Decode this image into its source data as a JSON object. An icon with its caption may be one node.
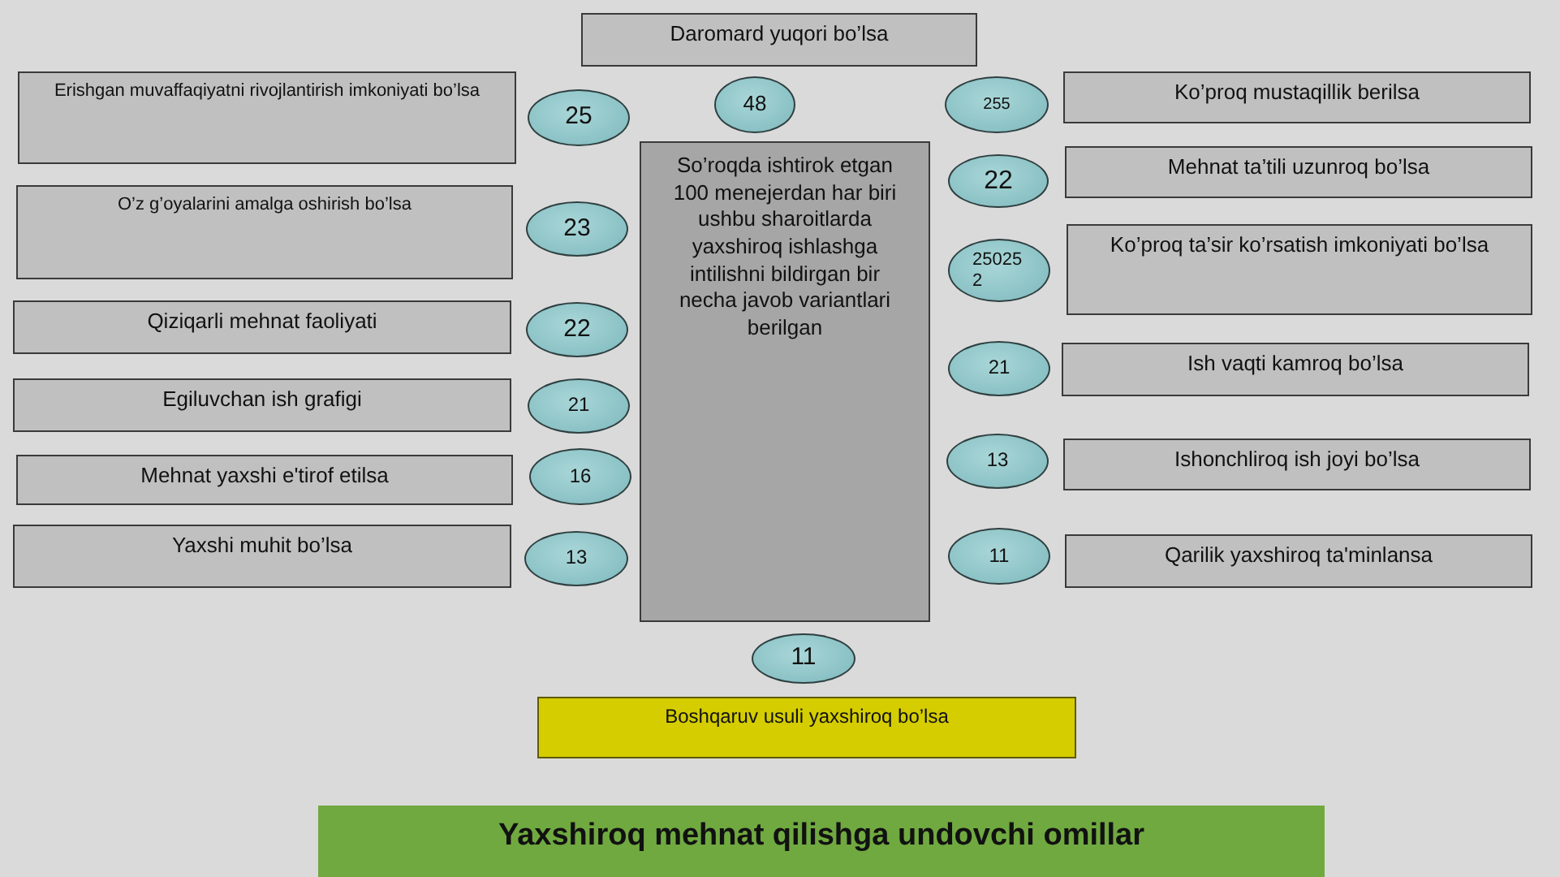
{
  "diagram": {
    "title": "Yaxshiroq mehnat qilishga undovchi omillar",
    "nodes": [
      {
        "text": [
          "Daromard yuqori bo’lsa"
        ]
      },
      {
        "text": [
          "Erishgan muvaffaqiyatni rivojlantirish imkoniyati bo’lsa"
        ]
      },
      {
        "text": [
          "25"
        ]
      },
      {
        "text": [
          "48"
        ]
      },
      {
        "text": [
          "255"
        ]
      },
      {
        "text": [
          "Ko’proq mustaqillik berilsa"
        ]
      },
      {
        "text": [
          "So’roqda ishtirok etgan 100 menejerdan har biri ushbu sharoitlarda yaxshiroq ishlashga intilishni bildirgan bir necha javob variantlari berilgan"
        ]
      },
      {
        "text": [
          "22"
        ]
      },
      {
        "text": [
          "Mehnat ta’tili uzunroq bo’lsa"
        ]
      },
      {
        "text": [
          "O’z g’oyalarini amalga oshirish bo’lsa"
        ]
      },
      {
        "text": [
          "23"
        ]
      },
      {
        "text": [
          "250252"
        ]
      },
      {
        "text": [
          "Ko’proq ta’sir ko’rsatish imkoniyati bo’lsa"
        ]
      },
      {
        "text": [
          "Qiziqarli mehnat faoliyati"
        ]
      },
      {
        "text": [
          "22"
        ]
      },
      {
        "text": [
          "21"
        ]
      },
      {
        "text": [
          "Ish vaqti kamroq bo’lsa"
        ]
      },
      {
        "text": [
          "Egiluvchan ish grafigi"
        ]
      },
      {
        "text": [
          "21"
        ]
      },
      {
        "text": [
          "Mehnat yaxshi e'tirof etilsa"
        ]
      },
      {
        "text": [
          "16"
        ]
      },
      {
        "text": [
          "13"
        ]
      },
      {
        "text": [
          "Ishonchliroq ish joyi bo’lsa"
        ]
      },
      {
        "text": [
          "Yaxshi muhit bo’lsa"
        ]
      },
      {
        "text": [
          "13"
        ]
      },
      {
        "text": [
          "11"
        ]
      },
      {
        "text": [
          "Qarilik yaxshiroq ta'minlansa"
        ]
      },
      {
        "text": [
          "11"
        ]
      },
      {
        "text": [
          "Boshqaruv usuli yaxshiroq bo’lsa"
        ]
      }
    ]
  }
}
